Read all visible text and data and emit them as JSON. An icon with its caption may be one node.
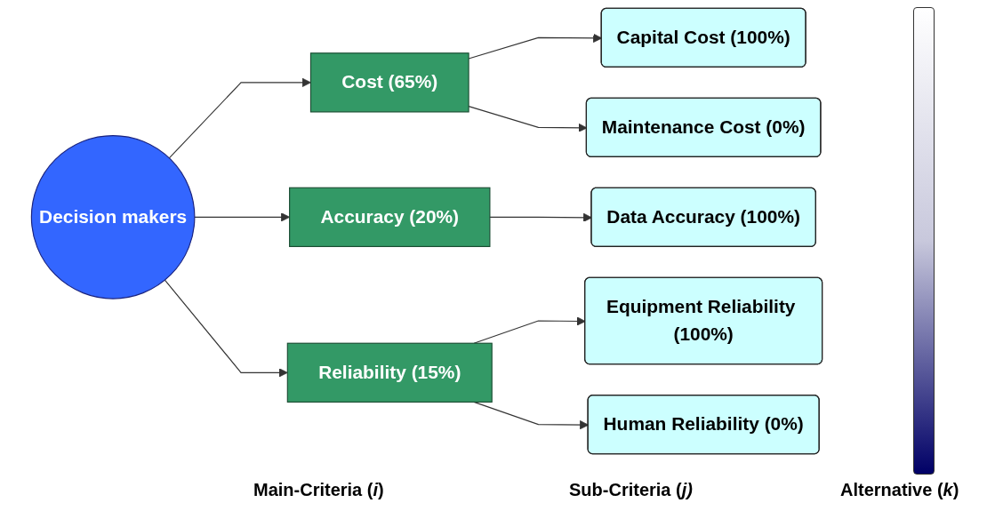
{
  "diagram": {
    "nodes": [
      {
        "text": [
          "Decision makers"
        ]
      },
      {
        "text": [
          "Cost (65%)"
        ]
      },
      {
        "text": [
          "Accuracy (20%)"
        ]
      },
      {
        "text": [
          "Reliability (15%)"
        ]
      },
      {
        "text": [
          "Capital Cost (100%)"
        ]
      },
      {
        "text": [
          "Maintenance Cost (0%)"
        ]
      },
      {
        "text": [
          "Data Accuracy (100%)"
        ]
      },
      {
        "text": [
          "Equipment Reliability (100%)"
        ]
      },
      {
        "text": [
          "Human Reliability (0%)"
        ]
      },
      {
        "text": [],
        "shape": "bar"
      }
    ],
    "edges": [
      {
        "from": 0,
        "to": 1,
        "arrow": "to"
      },
      {
        "from": 0,
        "to": 2,
        "arrow": "to"
      },
      {
        "from": 0,
        "to": 3,
        "arrow": "to"
      },
      {
        "from": 1,
        "to": 4,
        "arrow": "to"
      },
      {
        "from": 1,
        "to": 5,
        "arrow": "to"
      },
      {
        "from": 2,
        "to": 6,
        "arrow": "to"
      },
      {
        "from": 3,
        "to": 7,
        "arrow": "to"
      },
      {
        "from": 3,
        "to": 8,
        "arrow": "to"
      }
    ],
    "labels": [
      "Main-Criteria (*i*)",
      "Sub-Criteria (*j)*",
      "Alternative (*k*)"
    ]
  }
}
